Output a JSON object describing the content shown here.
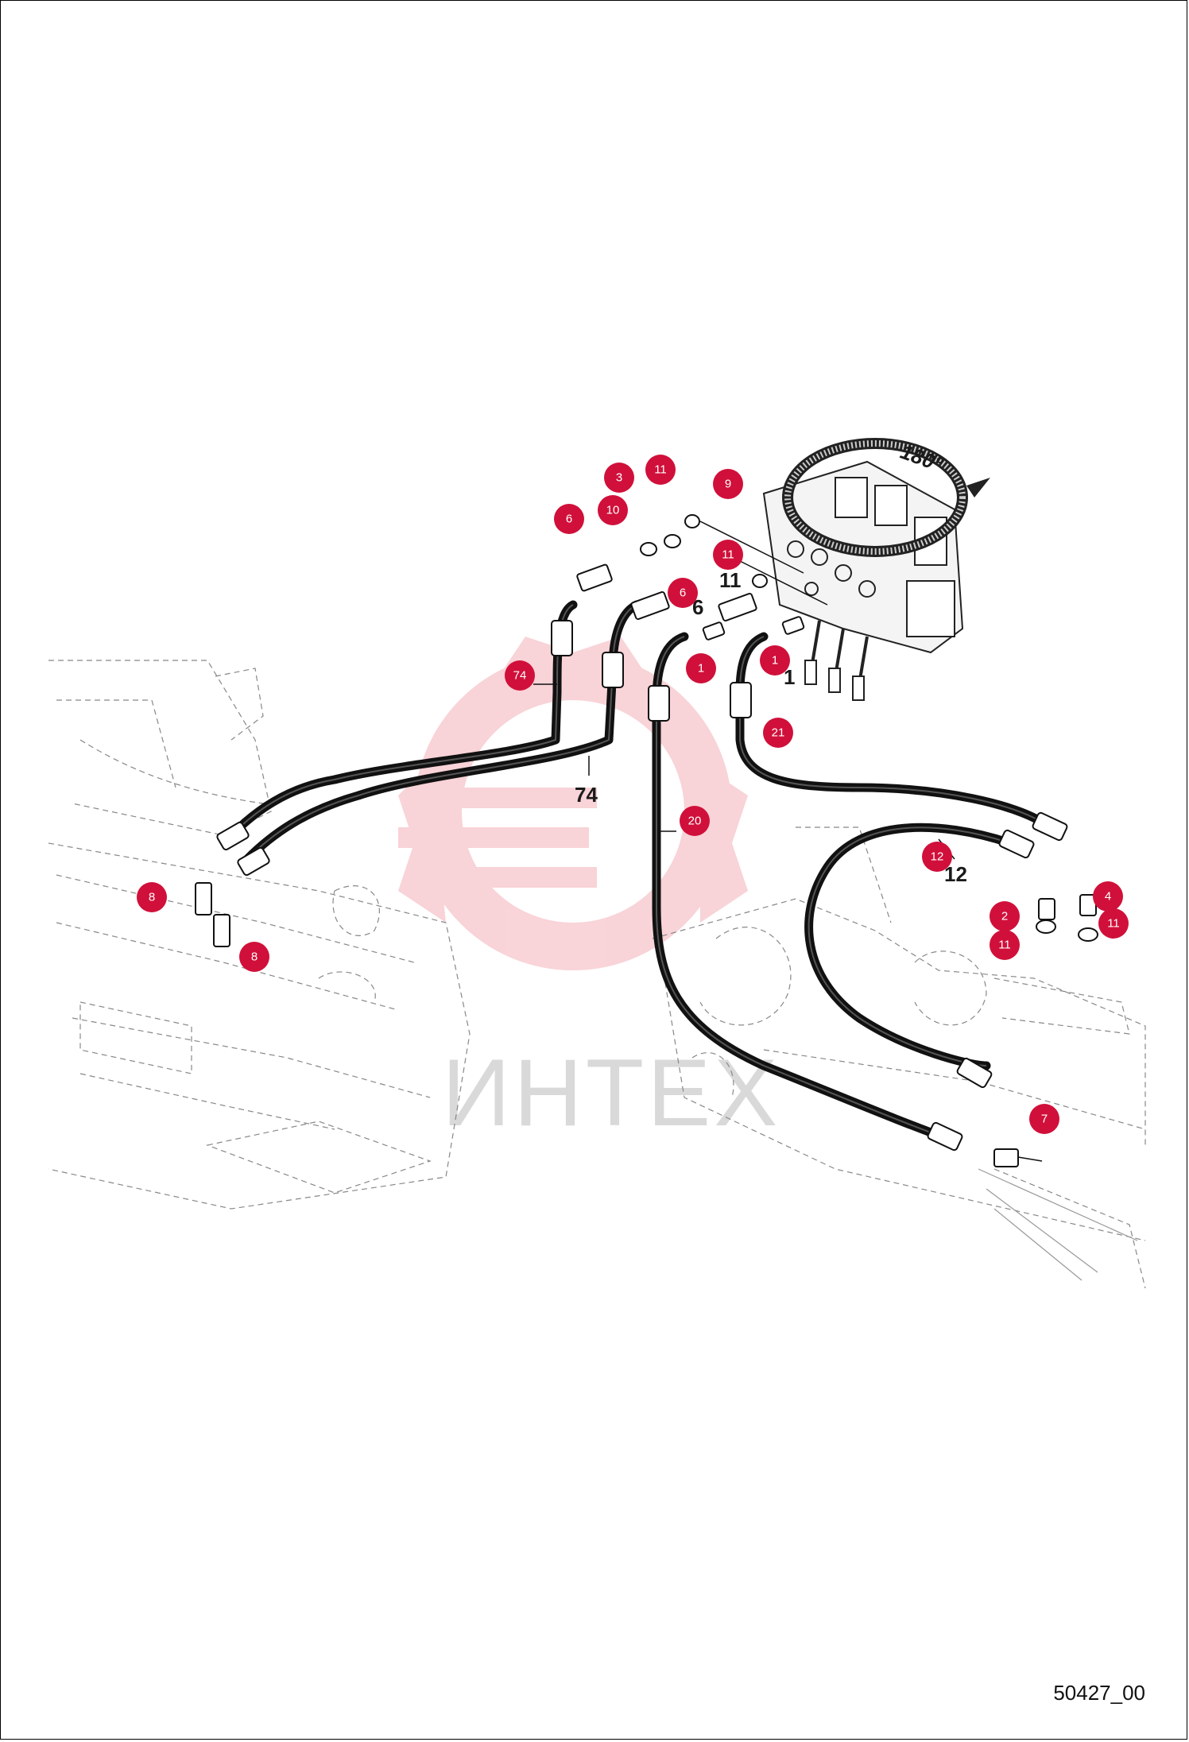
{
  "drawing_number": "50427_00",
  "watermark_text": "ИНТЕХ",
  "rotation_label": "180°",
  "colors": {
    "callout": "#d0103a",
    "hose": "#111111",
    "ghost_lines": "#888888",
    "watermark": "#f2b8b8"
  },
  "callouts": [
    {
      "number": "3",
      "text": "3"
    },
    {
      "number": "11",
      "text": "11"
    },
    {
      "number": "9",
      "text": "9"
    },
    {
      "number": "10",
      "text": "10"
    },
    {
      "number": "6",
      "text": "6"
    },
    {
      "number": "11",
      "text": "11"
    },
    {
      "number": "6",
      "text": "6"
    },
    {
      "number": "1",
      "text": "1"
    },
    {
      "number": "1",
      "text": "1"
    },
    {
      "number": "74",
      "text": "74"
    },
    {
      "number": "21",
      "text": "21"
    },
    {
      "number": "20",
      "text": "20"
    },
    {
      "number": "12",
      "text": "12"
    },
    {
      "number": "4",
      "text": "4"
    },
    {
      "number": "2",
      "text": "2"
    },
    {
      "number": "11",
      "text": "11"
    },
    {
      "number": "11",
      "text": "11"
    },
    {
      "number": "8",
      "text": "8"
    },
    {
      "number": "8",
      "text": "8"
    },
    {
      "number": "7",
      "text": "7"
    }
  ],
  "plain_labels": [
    {
      "text": "74"
    },
    {
      "text": "11"
    },
    {
      "text": "6"
    },
    {
      "text": "1"
    },
    {
      "text": "12"
    }
  ]
}
